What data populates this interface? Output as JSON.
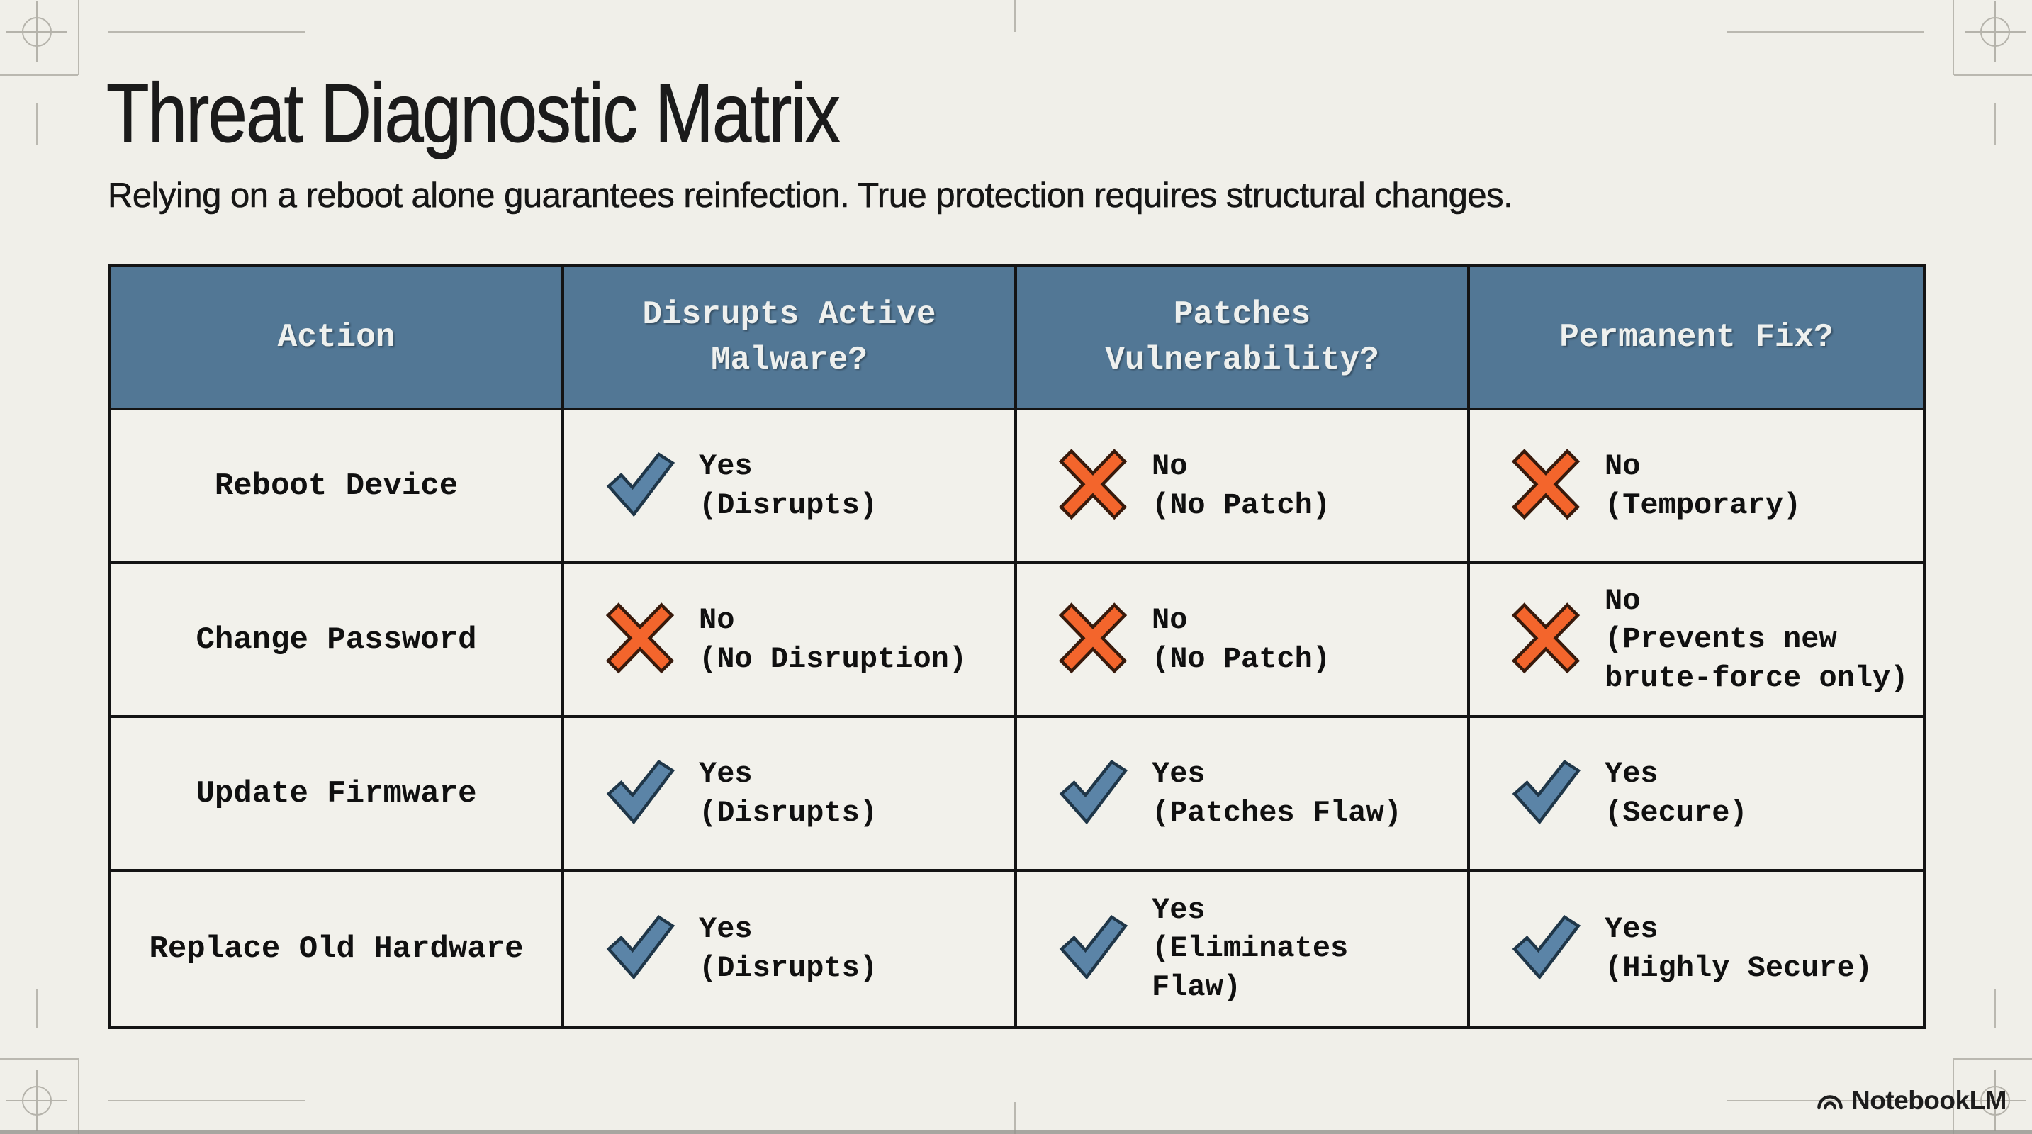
{
  "page": {
    "title": "Threat Diagnostic Matrix",
    "subtitle": "Relying on a reboot alone guarantees reinfection. True protection requires structural changes.",
    "brand": "NotebookLM"
  },
  "colors": {
    "background": "#f0efe9",
    "header_bg": "#527795",
    "header_text": "#eef0ee",
    "table_border": "#141414",
    "check_fill": "#5b84a7",
    "check_outline": "#1f3648",
    "cross_fill": "#f3652c",
    "cross_outline": "#381a0c"
  },
  "chart_data": {
    "type": "table",
    "title": "Threat Diagnostic Matrix",
    "subtitle": "Relying on a reboot alone guarantees reinfection. True protection requires structural changes.",
    "columns": [
      "Action",
      "Disrupts Active Malware?",
      "Patches Vulnerability?",
      "Permanent Fix?"
    ],
    "rows": [
      {
        "action": "Reboot Device",
        "cells": [
          {
            "icon": "check",
            "verdict": "Yes",
            "detail": "(Disrupts)"
          },
          {
            "icon": "cross",
            "verdict": "No",
            "detail": "(No Patch)"
          },
          {
            "icon": "cross",
            "verdict": "No",
            "detail": "(Temporary)"
          }
        ]
      },
      {
        "action": "Change Password",
        "cells": [
          {
            "icon": "cross",
            "verdict": "No",
            "detail": "(No Disruption)"
          },
          {
            "icon": "cross",
            "verdict": "No",
            "detail": "(No Patch)"
          },
          {
            "icon": "cross",
            "verdict": "No",
            "detail": "(Prevents new\nbrute-force only)"
          }
        ]
      },
      {
        "action": "Update Firmware",
        "cells": [
          {
            "icon": "check",
            "verdict": "Yes",
            "detail": "(Disrupts)"
          },
          {
            "icon": "check",
            "verdict": "Yes",
            "detail": "(Patches Flaw)"
          },
          {
            "icon": "check",
            "verdict": "Yes",
            "detail": "(Secure)"
          }
        ]
      },
      {
        "action": "Replace Old Hardware",
        "cells": [
          {
            "icon": "check",
            "verdict": "Yes",
            "detail": "(Disrupts)"
          },
          {
            "icon": "check",
            "verdict": "Yes",
            "detail": "(Eliminates\nFlaw)"
          },
          {
            "icon": "check",
            "verdict": "Yes",
            "detail": "(Highly Secure)"
          }
        ]
      }
    ]
  }
}
